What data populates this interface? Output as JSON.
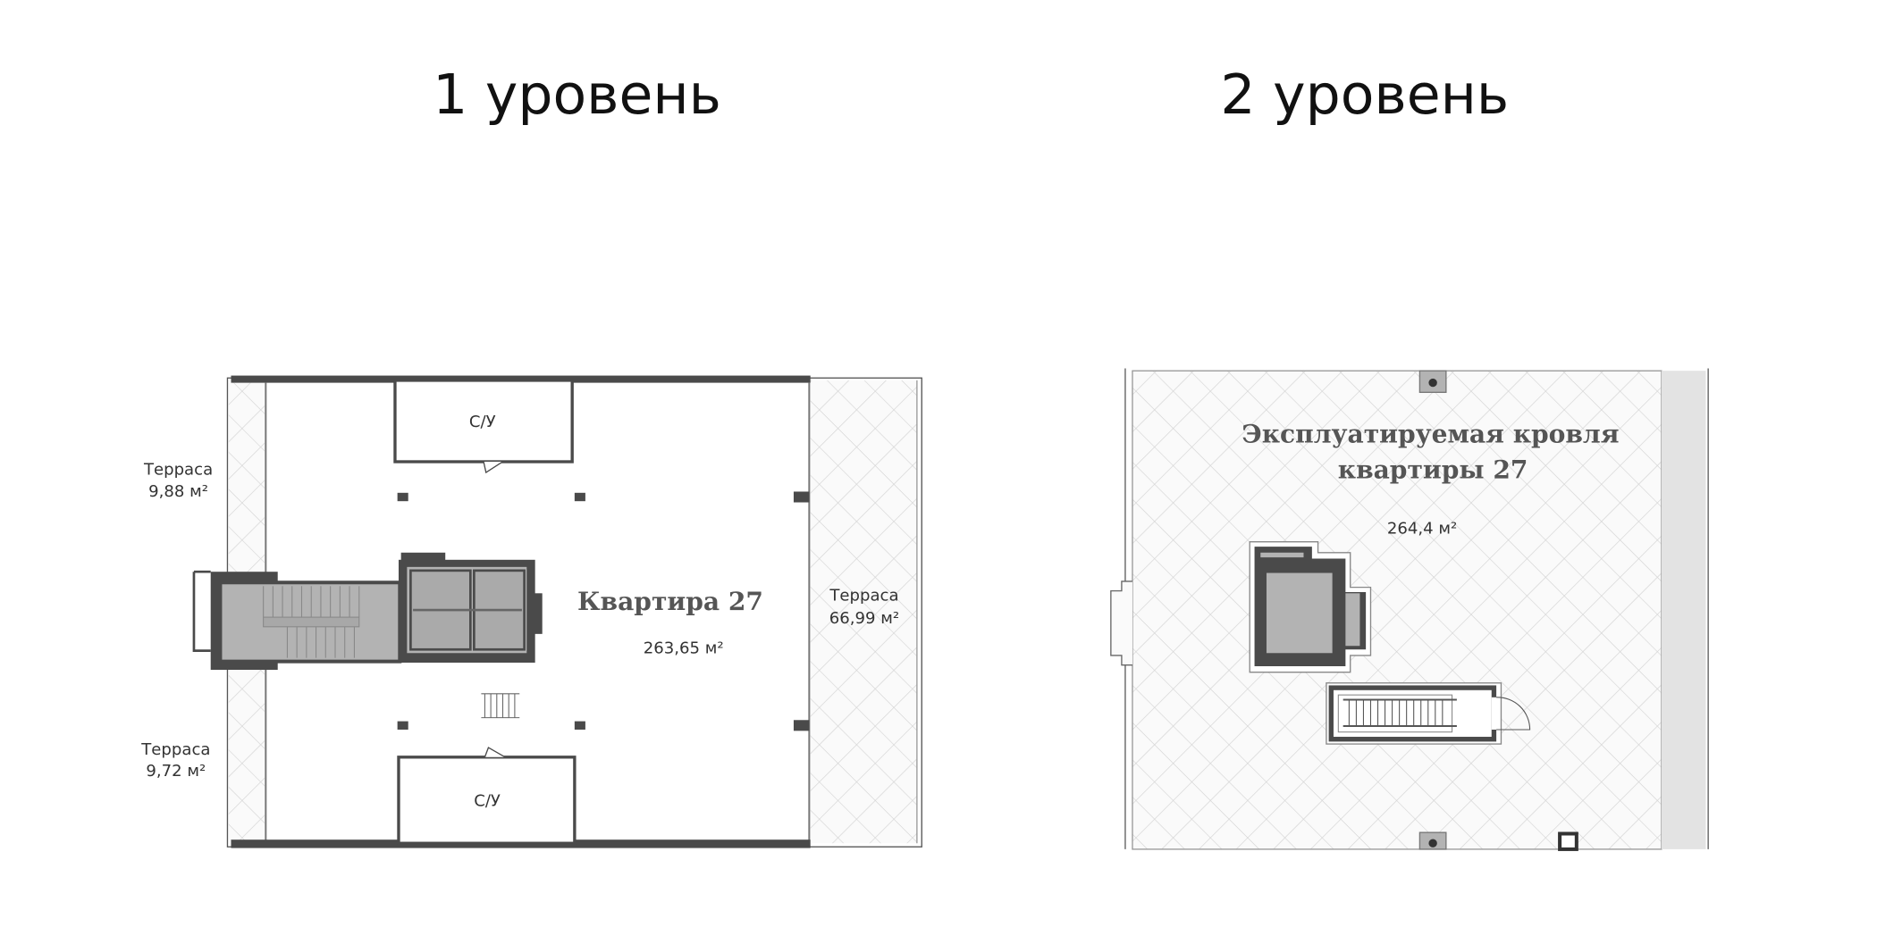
{
  "level1": {
    "title": "1 уровень",
    "terrace_top": {
      "label": "Терраса",
      "area": "9,88 м²"
    },
    "terrace_bottom": {
      "label": "Терраса",
      "area": "9,72 м²"
    },
    "terrace_right": {
      "label": "Терраса",
      "area": "66,99 м²"
    },
    "apartment": {
      "label": "Квартира 27",
      "area": "263,65 м²"
    },
    "bathroom_top": "С/У",
    "bathroom_bottom": "С/У"
  },
  "level2": {
    "title": "2 уровень",
    "roof": {
      "label_line1": "Эксплуатируемая кровля",
      "label_line2": "квартиры 27",
      "area": "264,4 м²"
    }
  },
  "colors": {
    "wall": "#4a4a4a",
    "core_fill": "#b3b3b3",
    "hatch": "#d6d6d6",
    "strip": "#e3e3e3"
  }
}
